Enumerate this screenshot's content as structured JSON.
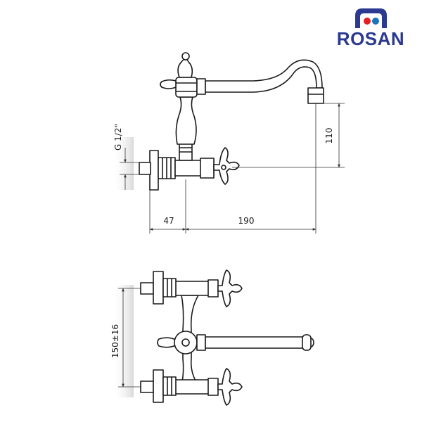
{
  "logo": {
    "brand": "ROSAN",
    "arch_color": "#2b3990",
    "dot_red": "#e31e24",
    "dot_blue": "#1c75bc",
    "text_color": "#2b3990"
  },
  "side_view": {
    "dim_thread": "G 1/2\"",
    "dim_height": "110",
    "dim_wall_offset": "47",
    "dim_reach": "190"
  },
  "front_view": {
    "dim_spacing": "150±16"
  },
  "colors": {
    "line": "#1a1a1a",
    "dim_line": "#333333",
    "wall_shade": "#e6e6e6"
  }
}
